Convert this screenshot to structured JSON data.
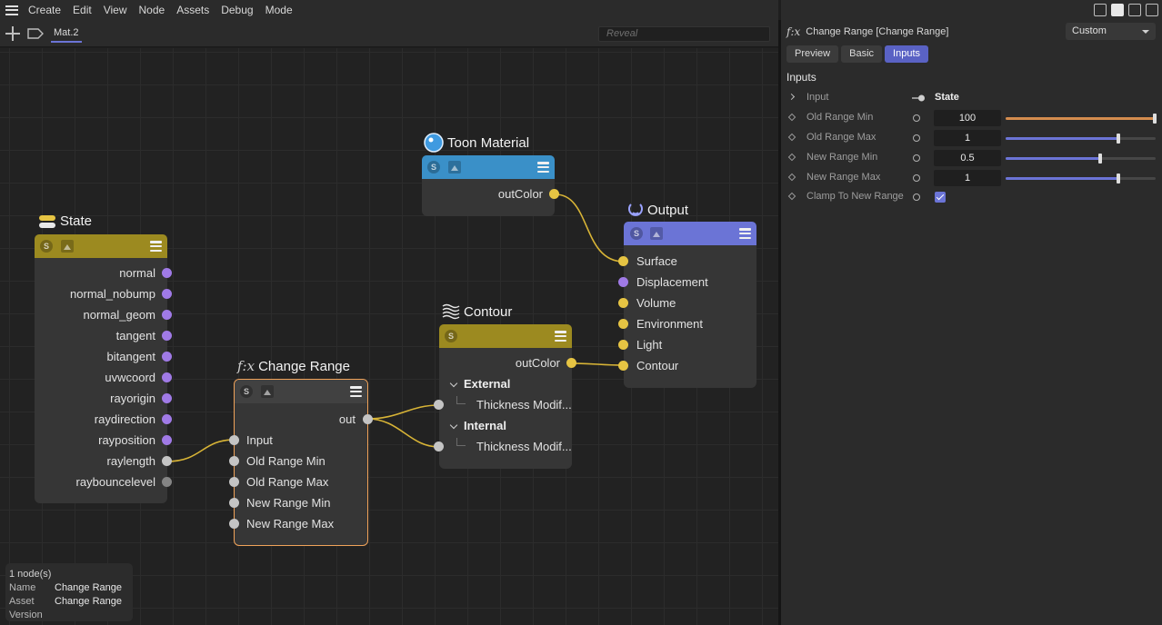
{
  "menubar": {
    "items": [
      "Create",
      "Edit",
      "View",
      "Node",
      "Assets",
      "Debug",
      "Mode"
    ]
  },
  "toolbar": {
    "tab_label": "Mat.2",
    "reveal_placeholder": "Reveal"
  },
  "nodes": {
    "toon": {
      "title": "Toon Material",
      "header_color": "#3a90c8",
      "ports": [
        "outColor"
      ]
    },
    "output": {
      "title": "Output",
      "header_color": "#6b74d6",
      "ports": [
        "Surface",
        "Displacement",
        "Volume",
        "Environment",
        "Light",
        "Contour"
      ]
    },
    "state": {
      "title": "State",
      "header_color": "#9c8a20",
      "ports": [
        "normal",
        "normal_nobump",
        "normal_geom",
        "tangent",
        "bitangent",
        "uvwcoord",
        "rayorigin",
        "raydirection",
        "rayposition",
        "raylength",
        "raybouncelevel"
      ]
    },
    "contour": {
      "title": "Contour",
      "header_color": "#9c8a20",
      "out": "outColor",
      "groups": [
        {
          "label": "External",
          "child": "Thickness Modif..."
        },
        {
          "label": "Internal",
          "child": "Thickness Modif..."
        }
      ]
    },
    "change_range": {
      "title": "Change Range",
      "out": "out",
      "inputs": [
        "Input",
        "Old Range Min",
        "Old Range Max",
        "New Range Min",
        "New Range Max"
      ]
    }
  },
  "info": {
    "count": "1 node(s)",
    "rows": [
      {
        "k": "Name",
        "v": "Change Range"
      },
      {
        "k": "Asset",
        "v": "Change Range"
      },
      {
        "k": "Version",
        "v": ""
      }
    ]
  },
  "panel": {
    "fx": "f:x",
    "title": "Change Range [Change Range]",
    "mode": "Custom",
    "tabs": [
      "Preview",
      "Basic",
      "Inputs"
    ],
    "active_tab": "Inputs",
    "section": "Inputs",
    "input_row": {
      "label": "Input",
      "value": "State"
    },
    "params": [
      {
        "label": "Old Range Min",
        "value": "100",
        "slider": 1.0
      },
      {
        "label": "Old Range Max",
        "value": "1",
        "slider": 0.75
      },
      {
        "label": "New Range Min",
        "value": "0.5",
        "slider": 0.63
      },
      {
        "label": "New Range Max",
        "value": "1",
        "slider": 0.75
      }
    ],
    "clamp": {
      "label": "Clamp To New Range",
      "checked": true
    }
  },
  "colors": {
    "accent": "#6b74d6",
    "selected": "#f0a35a",
    "wire": "#d8b436"
  }
}
